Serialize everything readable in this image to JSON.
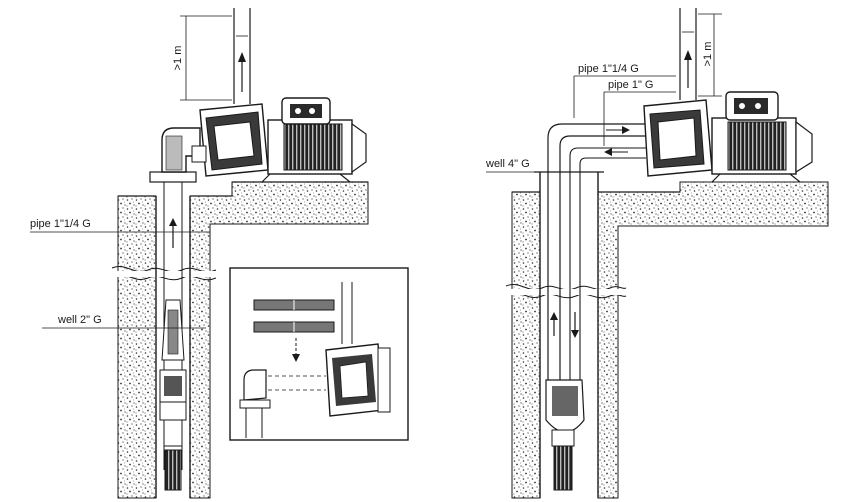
{
  "labels": {
    "left_height": ">1 m",
    "left_pipe": "pipe 1\"1/4 G",
    "left_well": "well 2\" G",
    "right_height": ">1 m",
    "right_pipe_outer": "pipe 1\"1/4 G",
    "right_pipe_inner": "pipe 1\" G",
    "right_well": "well 4\" G"
  },
  "colors": {
    "ink": "#1a1a1a",
    "pump_body": "#2a2a2a",
    "ground_dots": "#3a3a3a"
  }
}
